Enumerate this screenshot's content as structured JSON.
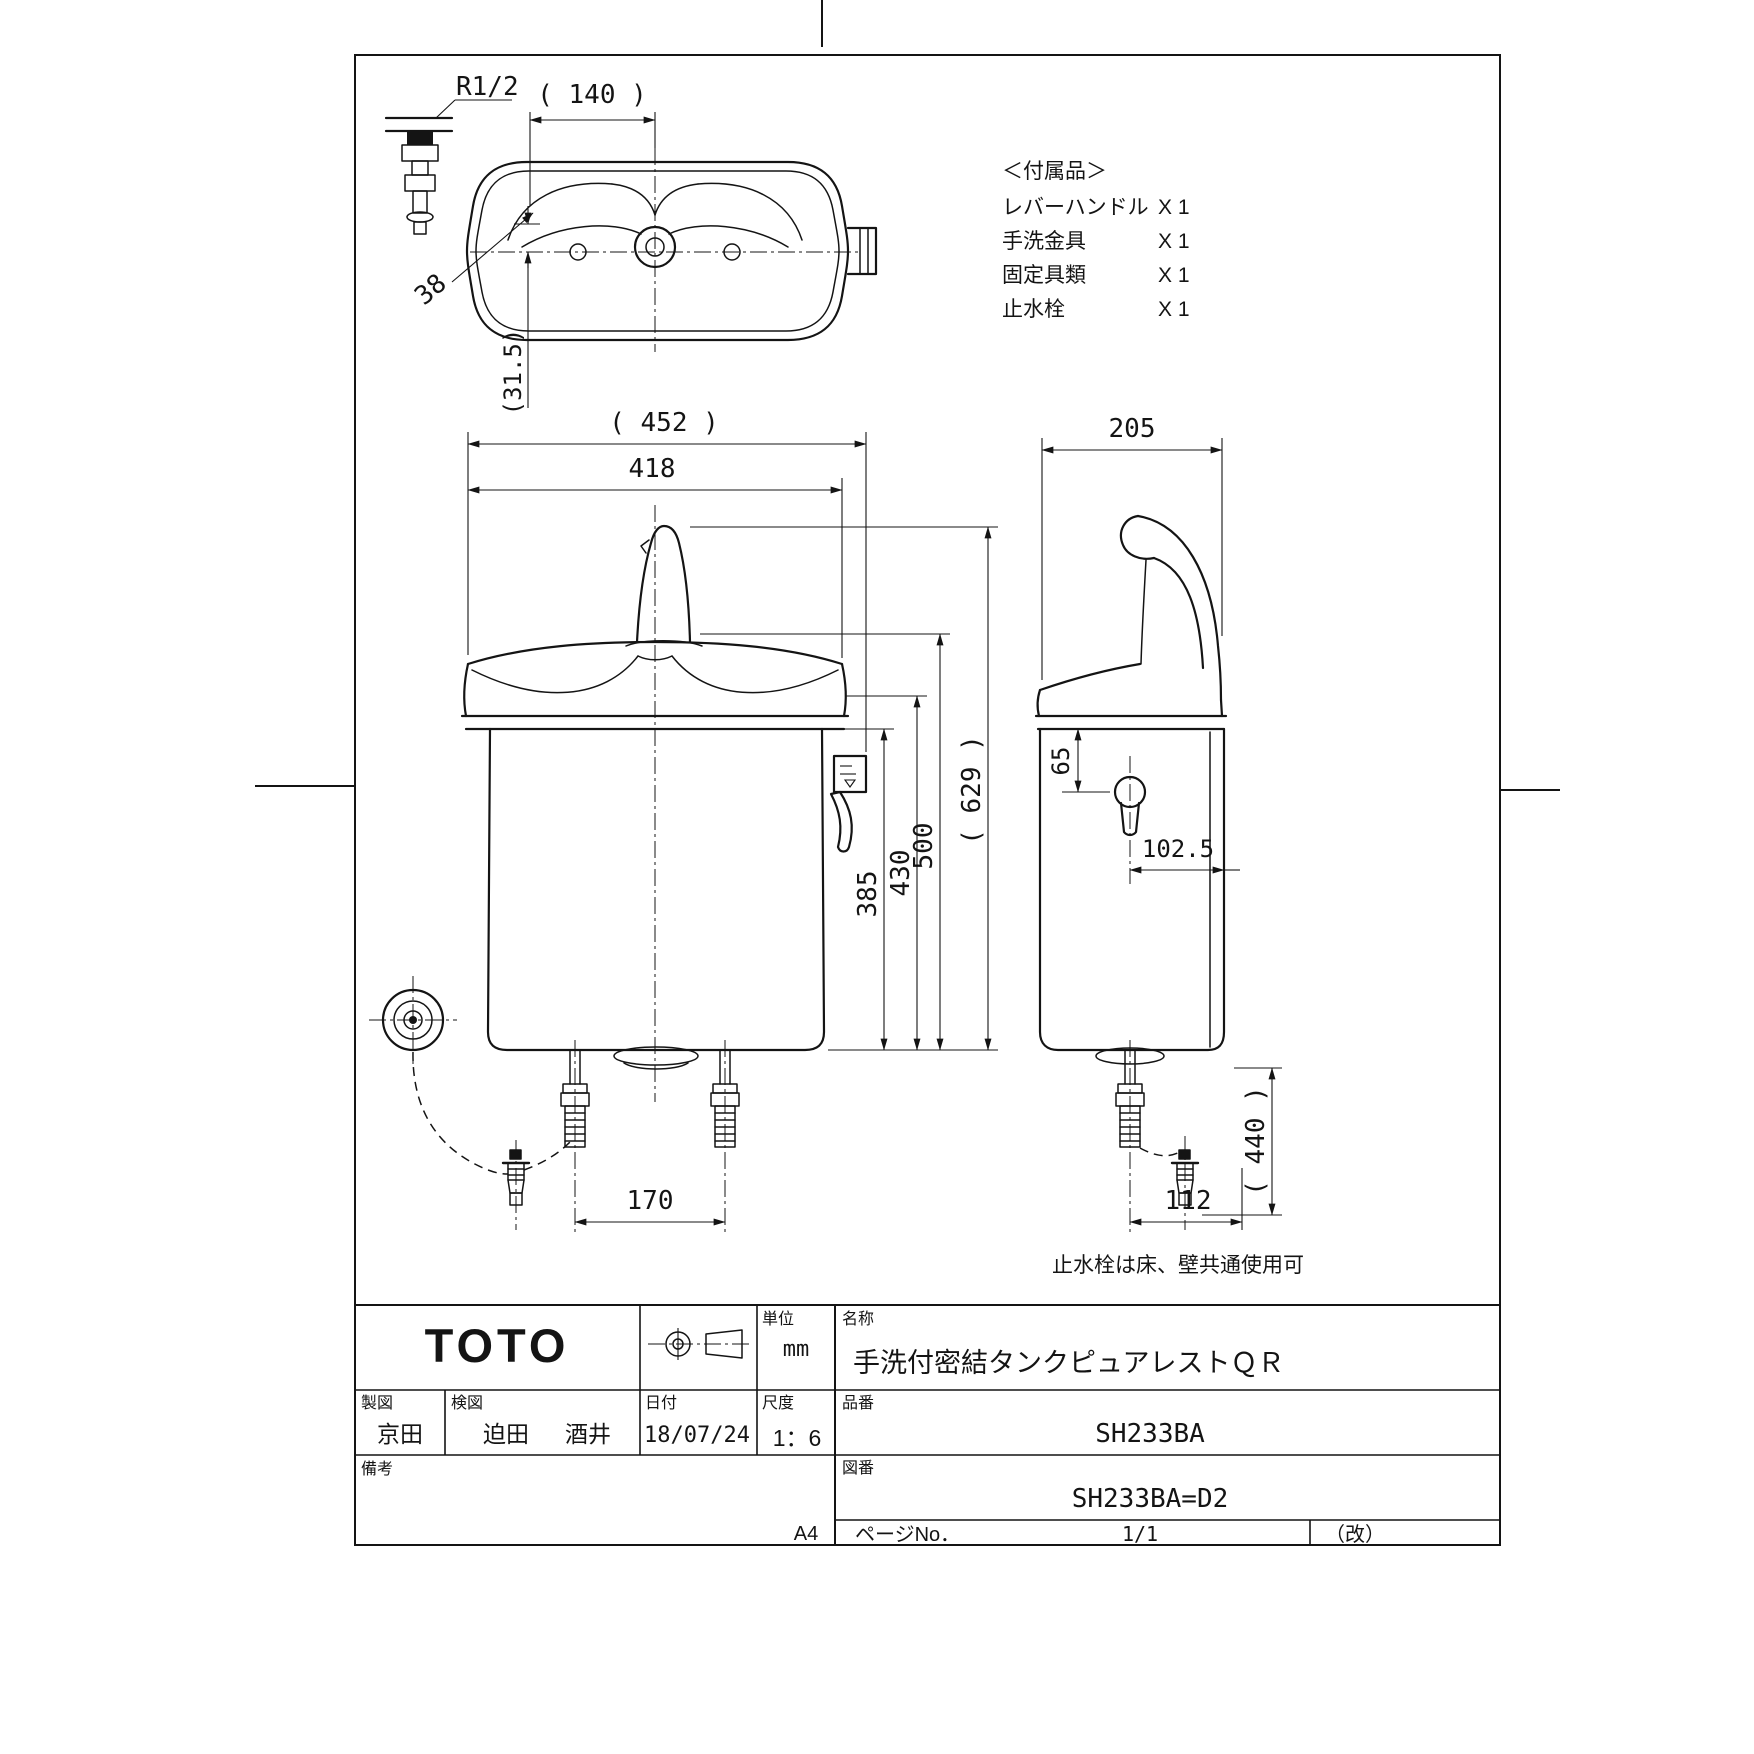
{
  "labels": {
    "thread": "R1/2",
    "note": "止水栓は床、壁共通使用可"
  },
  "accessories": {
    "title": "＜付属品＞",
    "items": [
      {
        "name": "レバーハンドル",
        "qty": "X 1"
      },
      {
        "name": "手洗金具",
        "qty": "X 1"
      },
      {
        "name": "固定具類",
        "qty": "X 1"
      },
      {
        "name": "止水栓",
        "qty": "X 1"
      }
    ]
  },
  "dims": {
    "top_width": "( 140 )",
    "top_angle": "38",
    "top_offset": "(31.5)",
    "front_width_outer": "( 452 )",
    "front_width": "418",
    "front_height_total": "( 629 )",
    "front_height_lid": "500",
    "front_height_lever": "430",
    "front_height_body": "385",
    "bolt_pitch": "170",
    "side_depth": "205",
    "side_keyhole_drop": "65",
    "side_keyhole_offset": "102.5",
    "side_valve_offset": "112",
    "side_height_ref": "( 440 )"
  },
  "title_block": {
    "logo": "TOTO",
    "unit_label": "単位",
    "unit_value": "mm",
    "date_label": "日付",
    "date_value": "18/07/24",
    "scale_label": "尺度",
    "scale_value": "1：6",
    "drafter_label": "製図",
    "drafter_value": "京田",
    "checker_label": "検図",
    "checker_value_1": "迫田",
    "checker_value_2": "酒井",
    "remarks_label": "備考",
    "name_label": "名称",
    "name_value": "手洗付密結タンクピュアレストＱＲ",
    "part_label": "品番",
    "part_value": "SH233BA",
    "dwg_label": "図番",
    "dwg_value": "SH233BA=D2",
    "page_label": "ページNo．",
    "page_value": "1/1",
    "rev_label": "（改）",
    "paper_size": "A4"
  }
}
